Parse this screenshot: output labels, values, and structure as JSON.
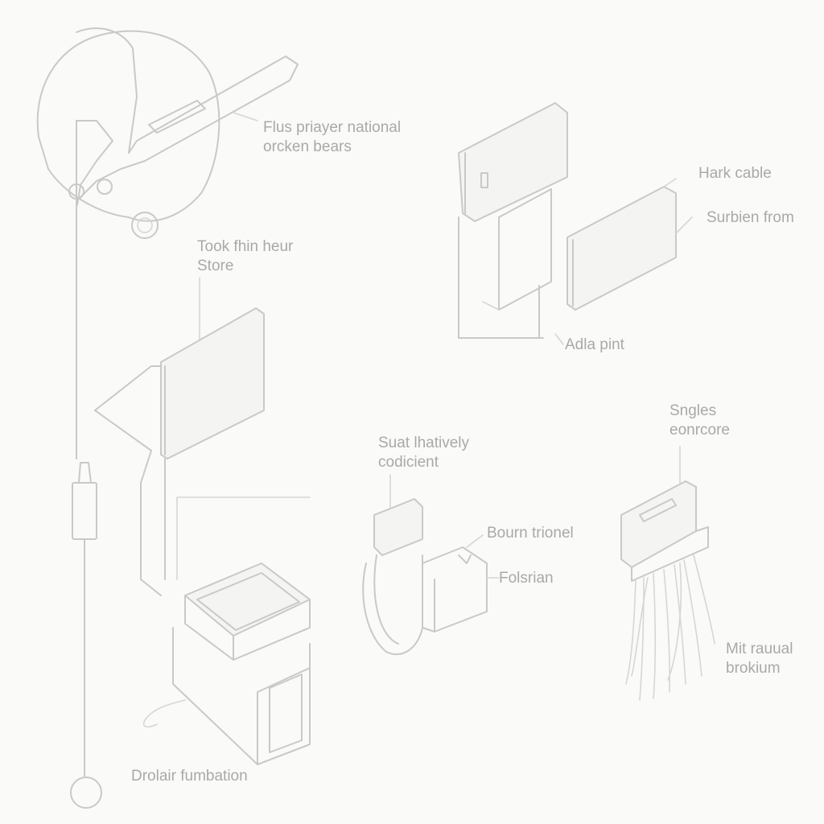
{
  "labels": {
    "helmet": [
      "Flus priayer national",
      "orcken bears"
    ],
    "store": [
      "Took fhin heur",
      "Store"
    ],
    "hark_cable": "Hark cable",
    "surbien": "Surbien from",
    "adla": "Adla pint",
    "suat": [
      "Suat lhatively",
      "codicient"
    ],
    "bourn": "Bourn trionel",
    "folsrian": "Folsrian",
    "sngles": [
      "Sngles",
      "eonrcore"
    ],
    "mit": [
      "Mit rauual",
      "brokium"
    ],
    "drolair": "Drolair fumbation"
  }
}
